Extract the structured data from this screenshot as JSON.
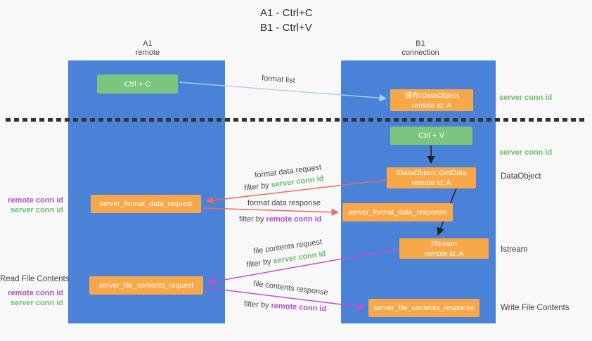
{
  "title": {
    "line1": "A1 - Ctrl+C",
    "line2": "B1 - Ctrl+V"
  },
  "lifelines": {
    "a1": {
      "id": "A1",
      "name": "remote"
    },
    "b1": {
      "id": "B1",
      "name": "connection"
    }
  },
  "nodes": {
    "ctrl_c": {
      "label": "Ctrl + C"
    },
    "ctrl_v": {
      "label": "Ctrl + V"
    },
    "save_dataobject": {
      "line1": "保存IDataObject",
      "line2": "remote id: A"
    },
    "getdata": {
      "line1": "IDataObject::GetData",
      "line2": "remote id: A"
    },
    "istream": {
      "line1": "IStream",
      "line2": "remote id: A"
    },
    "format_request": {
      "label": "server_format_data_request"
    },
    "format_response": {
      "label": "server_format_data_response"
    },
    "file_request": {
      "label": "server_file_contents_request"
    },
    "file_response": {
      "label": "server_file_contents_response"
    }
  },
  "arrows": {
    "format_list": {
      "label": "format list"
    },
    "format_data_request": {
      "label": "format data request",
      "filter_prefix": "filter by ",
      "filter_id": "server conn id"
    },
    "format_data_response": {
      "label": "format data response",
      "filter_prefix": "filter by ",
      "filter_id": "remote conn id"
    },
    "file_contents_request": {
      "label": "file contents request",
      "filter_prefix": "filter by ",
      "filter_id": "server conn id"
    },
    "file_contents_response": {
      "label": "file contents response",
      "filter_prefix": "filter by ",
      "filter_id": "remote conn id"
    }
  },
  "side_labels": {
    "server_conn_id_top": "server conn id",
    "server_conn_id_mid": "server conn id",
    "dataobject": "DataObject",
    "istream": "Istream",
    "write_file_contents": "Write File Contents",
    "remote_conn_id_left_top": "remote conn id",
    "server_conn_id_left_top": "server conn id",
    "read_file_contents": "Read File Contents",
    "remote_conn_id_left_bottom": "remote conn id",
    "server_conn_id_left_bottom": "server conn id"
  },
  "colors": {
    "column_blue": "#4a82d8",
    "box_orange": "#f8a848",
    "box_green": "#7cc57e",
    "arrow_lightblue": "#a7d3ef",
    "arrow_red": "#ee6a5f",
    "arrow_magenta": "#c94fc9",
    "arrow_black": "#222222",
    "text_green": "#6abf6e",
    "text_purple": "#b44fc9"
  }
}
